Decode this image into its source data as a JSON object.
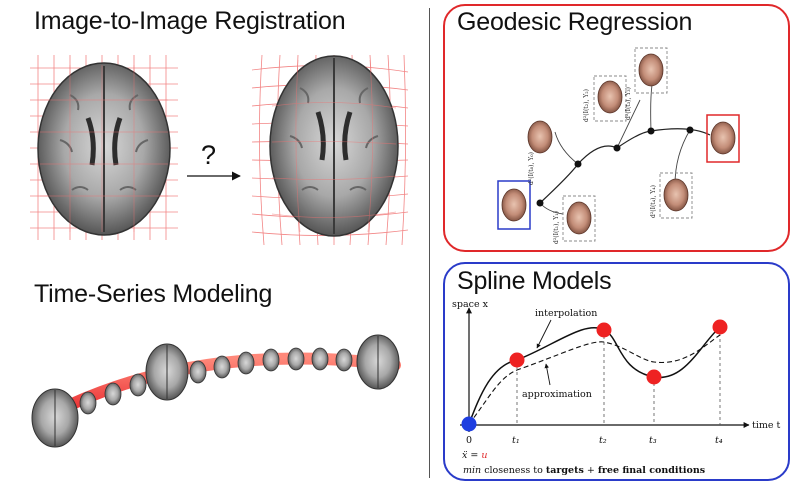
{
  "sections": {
    "registration": {
      "title": "Image-to-Image Registration",
      "question": "?"
    },
    "timeseries": {
      "title": "Time-Series Modeling"
    },
    "geodesic": {
      "title": "Geodesic Regression",
      "distance_labels": [
        "d²(I(t₀), Y₀)",
        "d²(I(t₁), Y₁)",
        "d²(I(t₂), Y₂)",
        "d²(I(t₃), Y₃)",
        "d²(I(t₄), Y₄)"
      ],
      "border_color": "#e0282a",
      "start_box_color": "#2a3bc9",
      "end_box_color": "#e0282a"
    },
    "spline": {
      "title": "Spline Models",
      "border_color": "#2a3bc9",
      "ylabel": "space x",
      "xlabel": "time t",
      "curve_labels": {
        "interpolation": "interpolation",
        "approximation": "approximation"
      },
      "ticks": [
        "0",
        "t₁",
        "t₂",
        "t₃",
        "t₄"
      ],
      "init_condition": {
        "prefix": "ẍ = ",
        "var": "u"
      },
      "objective": {
        "min": "min",
        "text1": " closeness to ",
        "bold1": "targets",
        "text2": " + ",
        "bold2": "free final conditions"
      },
      "target_color": "#ee2222",
      "start_color": "#1e3ee0"
    }
  }
}
